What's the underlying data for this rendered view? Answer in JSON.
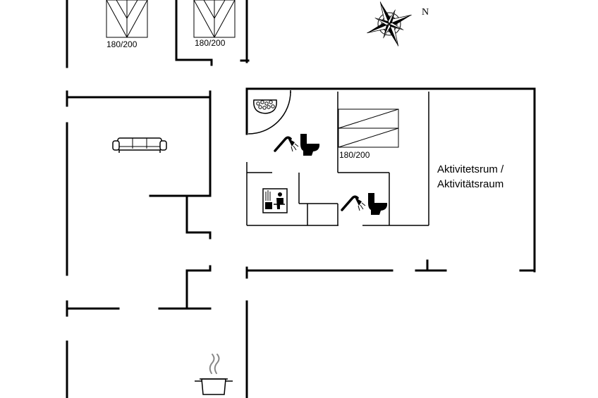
{
  "labels": {
    "bed_1": "180/200",
    "bed_2": "180/200",
    "bed_3": "180/200",
    "activity_room_line1": "Aktivitetsrum /",
    "activity_room_line2": "Aktivitätsraum",
    "north": "N"
  },
  "icons": {
    "compass": "compass-rose-icon",
    "sofa": "sofa-icon",
    "spa": "whirlpool-icon",
    "shower": "shower-icon",
    "toilet": "toilet-icon",
    "sauna": "sauna-icon",
    "stove": "cooking-pot-icon"
  },
  "colors": {
    "ink": "#000000",
    "paper": "#ffffff"
  }
}
